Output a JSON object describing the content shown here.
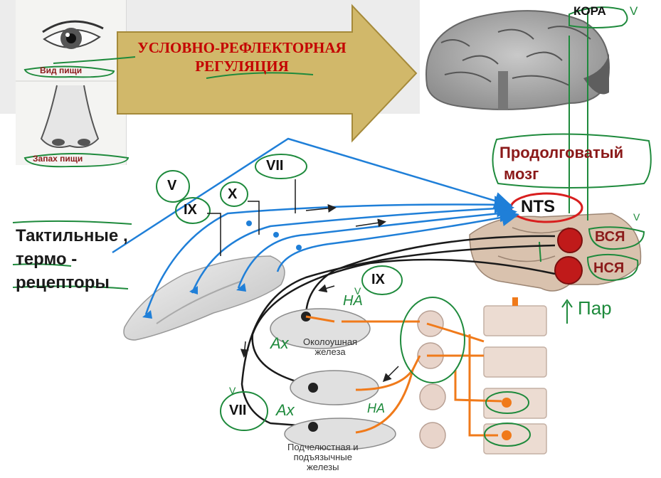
{
  "header": {
    "banner_line1": "УСЛОВНО-РЕФЛЕКТОРНАЯ",
    "banner_line2": "РЕГУЛЯЦИЯ",
    "vid_pishchi": "Вид пищи",
    "zapah_pishchi": "Запах пищи"
  },
  "cortex": {
    "label": "КОРА",
    "mark": "V"
  },
  "brainstem": {
    "medulla_line1": "Продолговатый",
    "medulla_line2": "мозг",
    "nts": "NTS",
    "vsya": "ВСЯ",
    "nsya": "НСЯ",
    "par_label": "Пар"
  },
  "receptors": {
    "line1": "Тактильные ,",
    "line2": "термо -",
    "line3": "рецепторы"
  },
  "nerves": {
    "v": "V",
    "vii": "VII",
    "ix": "IX",
    "x": "X",
    "ix_lower": "IX",
    "vii_lower": "VII"
  },
  "glands": {
    "parotid_line1": "Околоушная",
    "parotid_line2": "железа",
    "sub_line1": "Подчелюстная и",
    "sub_line2": "подъязычные",
    "sub_line3": "железы"
  },
  "annotations": {
    "na_upper": "НА",
    "ah_upper": "Ах",
    "na_lower": "НА",
    "ah_lower": "Ах"
  },
  "colors": {
    "blue_nerve": "#1f7fd8",
    "green_marker": "#1e8a3c",
    "red_marker": "#d81e1e",
    "orange_fiber": "#f07a1a",
    "dark_red_text": "#8b1a1a"
  }
}
